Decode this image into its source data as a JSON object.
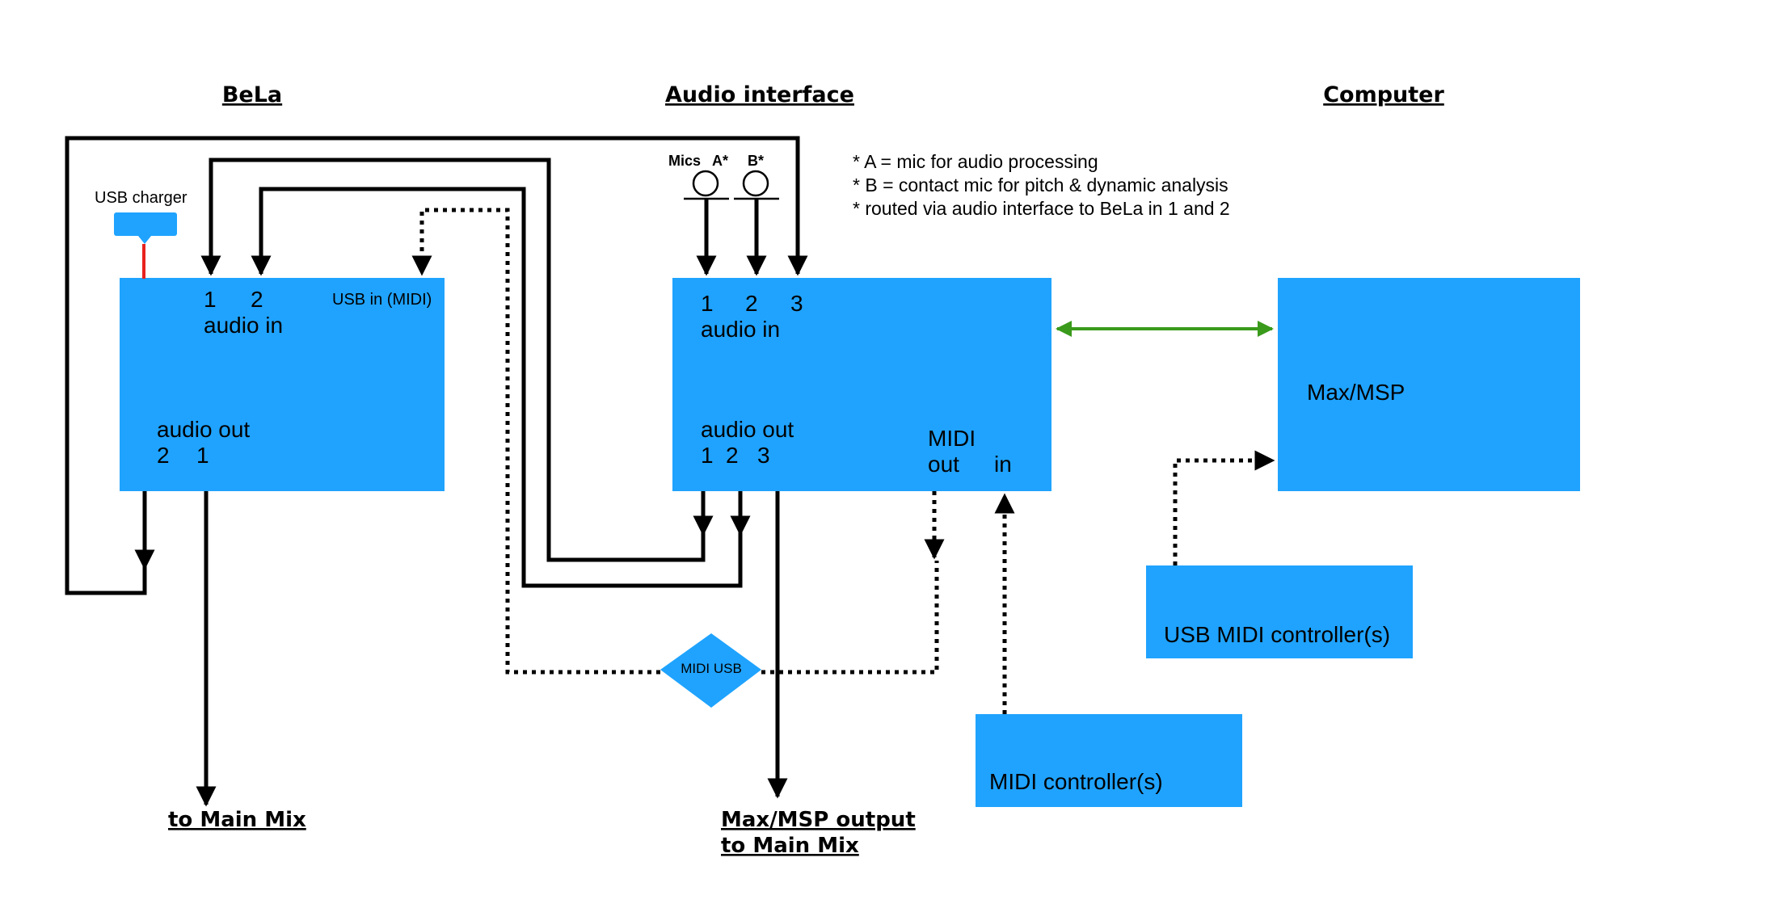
{
  "headings": {
    "bela": "BeLa",
    "audio_interface": "Audio interface",
    "computer": "Computer"
  },
  "notes": [
    "*   A = mic for audio processing",
    "*   B = contact mic for pitch & dynamic analysis",
    "*   routed via audio interface to BeLa in 1 and 2"
  ],
  "bela": {
    "usb_charger": "USB charger",
    "in1": "1",
    "in2": "2",
    "audio_in": "audio in",
    "usb_in": "USB in (MIDI)",
    "audio_out": "audio out",
    "out2": "2",
    "out1": "1"
  },
  "interface": {
    "mics": "Mics",
    "mic_a": "A*",
    "mic_b": "B*",
    "in1": "1",
    "in2": "2",
    "in3": "3",
    "audio_in": "audio in",
    "audio_out": "audio out",
    "out1": "1",
    "out2": "2",
    "out3": "3",
    "midi": "MIDI",
    "midi_out": "out",
    "midi_in": "in"
  },
  "computer": {
    "max_msp": "Max/MSP"
  },
  "midi_usb": "MIDI USB",
  "usb_midi_controllers": "USB MIDI  controller(s)",
  "midi_controllers": "MIDI  controller(s)",
  "bottom": {
    "to_main_mix": "to Main Mix",
    "max_output_line1": "Max/MSP output",
    "max_output_line2": "to Main Mix"
  },
  "colors": {
    "box": "#1fa3ff",
    "line": "#000000",
    "link": "#3a9a1c",
    "charger_cable": "#e8221f"
  }
}
